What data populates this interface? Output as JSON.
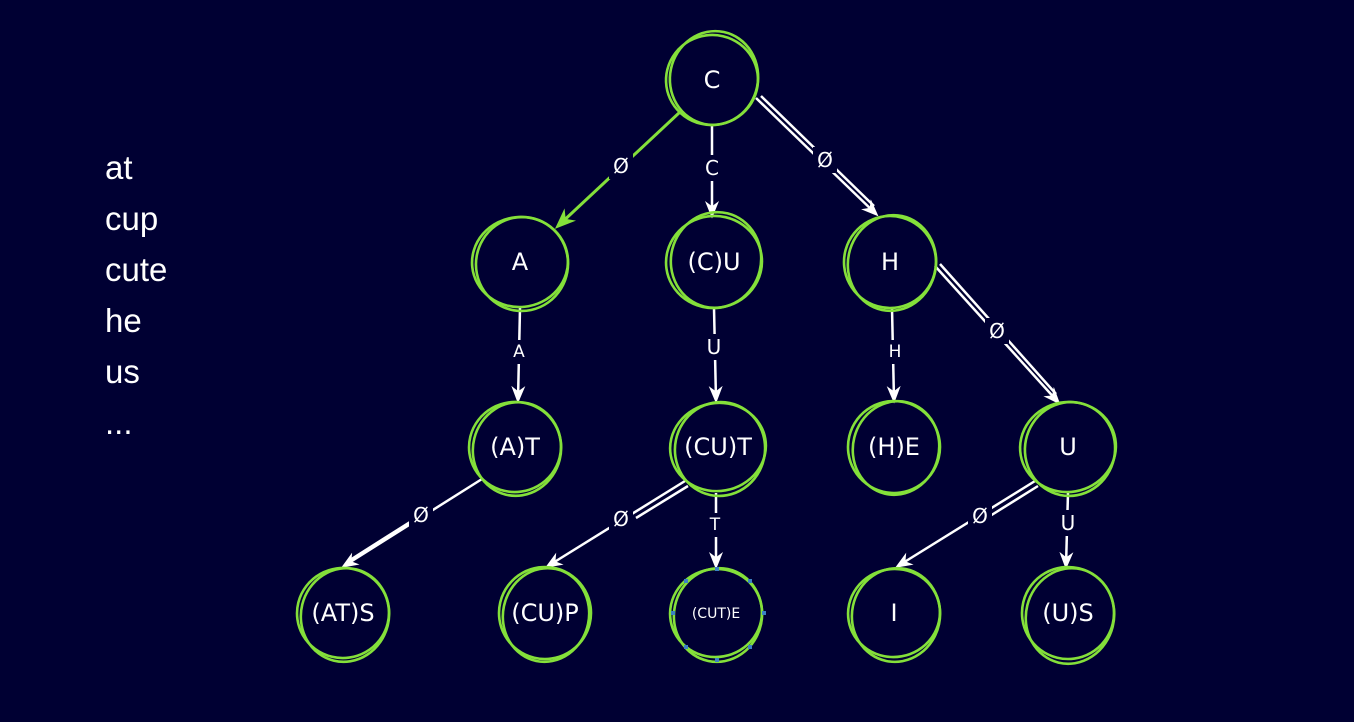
{
  "colors": {
    "background": "#000033",
    "node_ring": "#84e03a",
    "edge": "#ffffff",
    "highlight_edge": "#84e03a",
    "selection_handle": "#3b82c4",
    "text": "#ffffff"
  },
  "word_list": [
    "at",
    "cup",
    "cute",
    "he",
    "us",
    "..."
  ],
  "nodes": {
    "root": {
      "label": "C"
    },
    "a": {
      "label": "A"
    },
    "cu": {
      "label": "(C)U"
    },
    "h": {
      "label": "H"
    },
    "at": {
      "label": "(A)T"
    },
    "cut": {
      "label": "(CU)T"
    },
    "he": {
      "label": "(H)E"
    },
    "u": {
      "label": "U"
    },
    "ats": {
      "label": "(AT)S"
    },
    "cup": {
      "label": "(CU)P"
    },
    "cute": {
      "label": "(CUT)E"
    },
    "i": {
      "label": "I"
    },
    "us": {
      "label": "(U)S"
    }
  },
  "edges": {
    "root_a": {
      "label": "Ø",
      "highlighted": true
    },
    "root_cu": {
      "label": "C"
    },
    "root_h": {
      "label": "Ø"
    },
    "a_at": {
      "label": "A"
    },
    "cu_cut": {
      "label": "U"
    },
    "h_he": {
      "label": "H"
    },
    "h_u": {
      "label": "Ø"
    },
    "at_ats": {
      "label": "Ø"
    },
    "cut_cup": {
      "label": "Ø"
    },
    "cut_cute": {
      "label": "T"
    },
    "u_i": {
      "label": "Ø"
    },
    "u_us": {
      "label": "U"
    }
  }
}
